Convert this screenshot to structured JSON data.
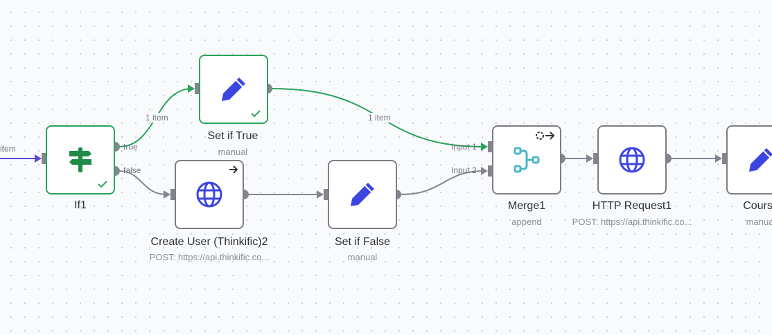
{
  "colors": {
    "success": "#29a35a",
    "accent": "#3d45e0",
    "merge": "#4bb7c6",
    "incoming": "#5a4bd1",
    "edge": "#84858e"
  },
  "incoming_edge": {
    "label": "item"
  },
  "edges": {
    "true_edge": "1 item",
    "merge_edge": "1 item"
  },
  "nodes": {
    "if1": {
      "name": "If1",
      "icon": "signpost-icon",
      "outputs": [
        "true",
        "false"
      ],
      "status": "success"
    },
    "set_true": {
      "name": "Set if True",
      "subtitle": "manual",
      "icon": "pencil-icon",
      "status": "success"
    },
    "create_user": {
      "name": "Create User (Thinkific)2",
      "subtitle": "POST: https://api.thinkific.co...",
      "icon": "globe-icon"
    },
    "set_false": {
      "name": "Set if False",
      "subtitle": "manual",
      "icon": "pencil-icon"
    },
    "merge1": {
      "name": "Merge1",
      "subtitle": "append",
      "icon": "merge-icon",
      "inputs": [
        "Input 1",
        "Input 2"
      ]
    },
    "http1": {
      "name": "HTTP Request1",
      "subtitle": "POST: https://api.thinkific.co...",
      "icon": "globe-icon"
    },
    "course": {
      "name": "Course",
      "subtitle": "manual",
      "icon": "pencil-icon"
    }
  }
}
